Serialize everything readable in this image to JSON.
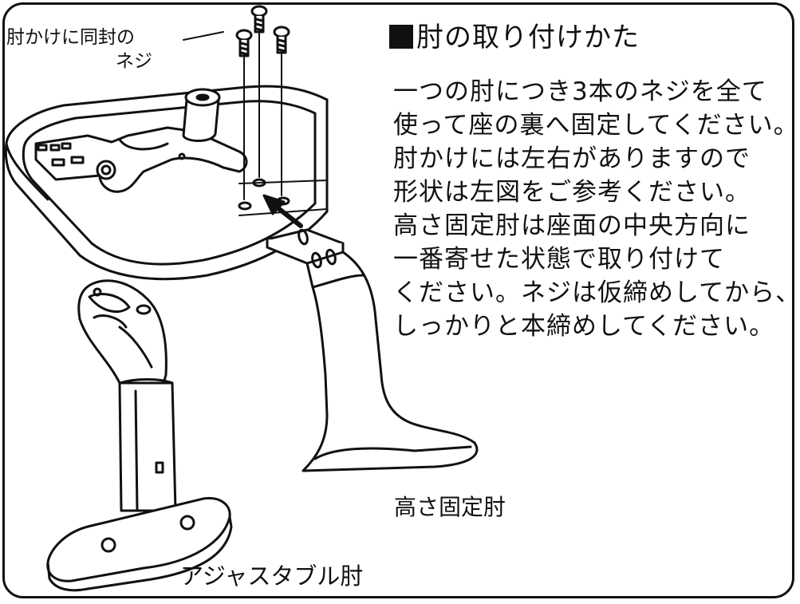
{
  "diagram": {
    "screw_label": [
      "肘かけに同封の",
      "ネジ"
    ],
    "title": "肘の取り付けかた",
    "instructions": [
      "一つの肘につき3本のネジを全て",
      "使って座の裏へ固定してください。",
      "肘かけには左右がありますので",
      "形状は左図をご参考ください。",
      "高さ固定肘は座面の中央方向に",
      "一番寄せた状態で取り付けて",
      "ください。ネジは仮締めしてから、",
      "しっかりと本締めしてください。"
    ],
    "fixed_armrest_label": "高さ固定肘",
    "adjustable_armrest_label": "アジャスタブル肘"
  }
}
